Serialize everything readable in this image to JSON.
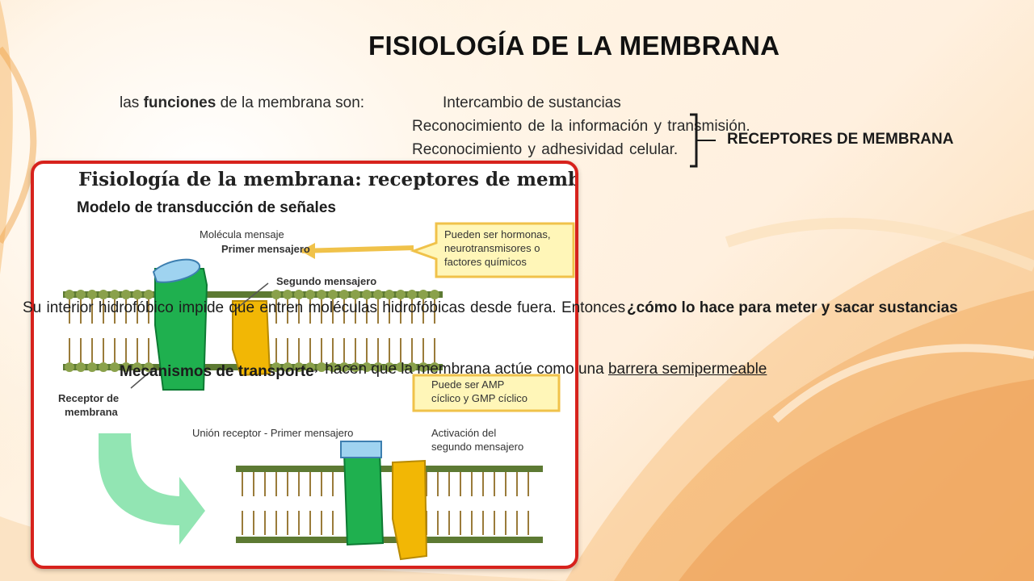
{
  "title": "FISIOLOGÍA DE LA MEMBRANA",
  "functions": {
    "intro_pre": "las",
    "intro_bold": "funciones",
    "intro_post": "de la membrana son:",
    "item1": "Intercambio de sustancias",
    "item2": "Reconocimiento de la información y transmisión.",
    "item3": "Reconocimiento y adhesividad celular."
  },
  "receptores_label": "RECEPTORES DE MEMBRANA",
  "figure": {
    "title": "Fisiología de la membrana: receptores de membrana",
    "labels": {
      "molecula": "Molécula mensaje",
      "primer": "Primer mensajero",
      "segundo": "Segundo mensajero",
      "callout1_l1": "Pueden ser hormonas,",
      "callout1_l2": "neurotransmisores o",
      "callout1_l3": "factores químicos",
      "callout2_l1": "Puede ser AMP",
      "callout2_l2": "cíclico y GMP cíclico",
      "receptor_l1": "Receptor de",
      "receptor_l2": "membrana",
      "union": "Unión receptor - Primer mensajero",
      "activacion_l1": "Activación del",
      "activacion_l2": "segundo mensajero"
    }
  },
  "overlays": {
    "modelo": "Modelo de transducción de señales",
    "interior": "Su interior hidrofóbico impide que entren moléculas hidrofóbicas desde fuera. Entonces",
    "como": "¿cómo lo hace para meter y sacar sustancias",
    "mecanismos": "Mecanismos de transporte",
    "arrow": "→",
    "hacen_pre": "hacen que la membrana actúe como una",
    "hacen_link": "barrera semipermeable"
  },
  "colors": {
    "frame_border": "#d7221c",
    "receptor_green": "#1fb04f",
    "messenger_yellow": "#f2b705",
    "molecule_blue": "#9fd3f0",
    "callout_fill": "#fff6b8"
  }
}
